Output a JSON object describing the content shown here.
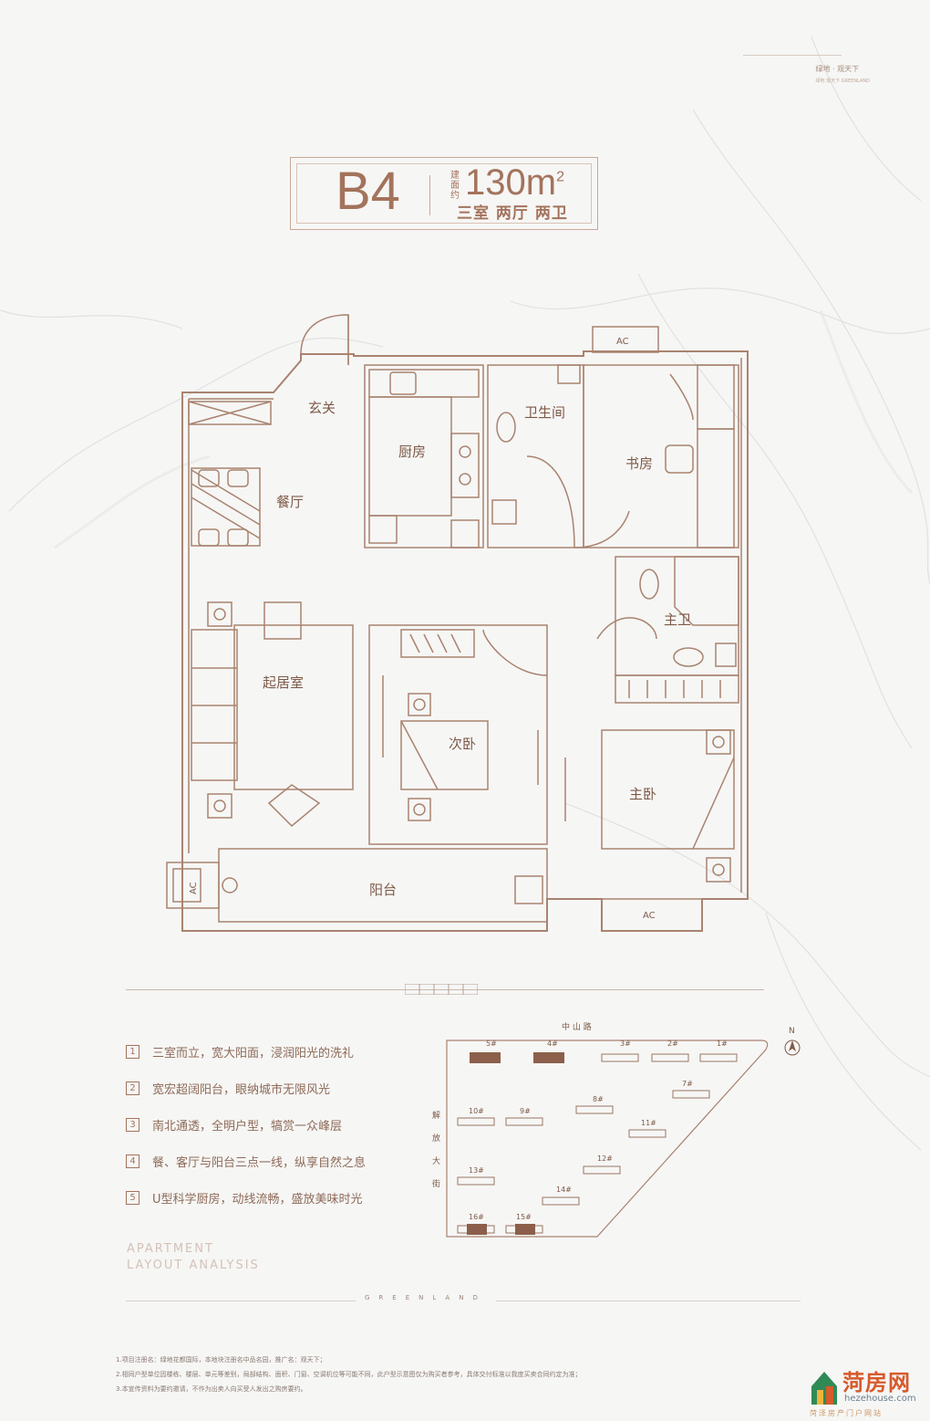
{
  "brand": {
    "name": "绿地 · 观天下",
    "sub": "绿地 观天下 GREENLAND"
  },
  "header": {
    "code": "B4",
    "area_label": "建面约",
    "area": "130m",
    "area_unit_sup": "2",
    "rooms": "三室 两厅 两卫"
  },
  "rooms": {
    "entry": "玄关",
    "dining": "餐厅",
    "kitchen": "厨房",
    "bathroom": "卫生间",
    "study": "书房",
    "master_bath": "主卫",
    "living": "起居室",
    "second_bedroom": "次卧",
    "master_bedroom": "主卧",
    "balcony": "阳台",
    "ac": "AC"
  },
  "features": [
    {
      "num": "1",
      "text": "三室而立，宽大阳面，浸润阳光的洗礼"
    },
    {
      "num": "2",
      "text": "宽宏超阔阳台，眼纳城市无限风光"
    },
    {
      "num": "3",
      "text": "南北通透，全明户型，犒赏一众峰层"
    },
    {
      "num": "4",
      "text": "餐、客厅与阳台三点一线，纵享自然之息"
    },
    {
      "num": "5",
      "text": "U型科学厨房，动线流畅，盛放美味时光"
    }
  ],
  "layout_label": [
    "APARTMENT",
    "LAYOUT ANALYSIS"
  ],
  "greenland": "GREENLAND",
  "sitemap": {
    "north_road": "中 山 路",
    "west_road": [
      "解",
      "放",
      "大",
      "街"
    ],
    "north": "N",
    "buildings": [
      "5#",
      "4#",
      "3#",
      "2#",
      "1#",
      "7#",
      "8#",
      "10#",
      "9#",
      "11#",
      "12#",
      "13#",
      "14#",
      "16#",
      "15#"
    ]
  },
  "notes": [
    "1.项目注册名：绿地花都国际，本地块注册名中品名园，推广名：观天下；",
    "2.相同户型单位因楼栋、楼层、单元等差别，局部结构、面积、门窗、空调机位等可能不同，此户型示意图仅为购买者参考，具体交付标准以我度买卖合同约定为准；",
    "3.本宣传资料为要约邀请，不作为出卖人向买受人发出之购房要约。"
  ],
  "logo": {
    "name": "菏房网",
    "url": "hezehouse.com",
    "tag": "菏泽房产门户网站"
  },
  "colors": {
    "line": "#a9836f",
    "text": "#7d5a48",
    "accent": "#a3735c",
    "highlight": "#8b5f4b"
  }
}
